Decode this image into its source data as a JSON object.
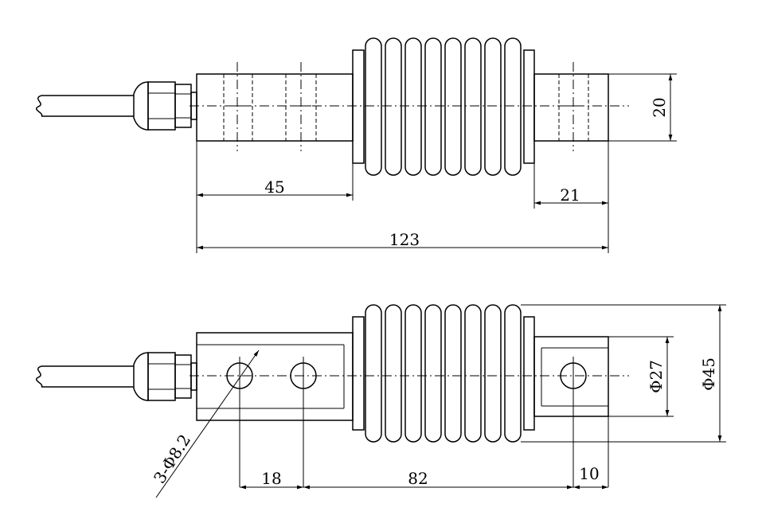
{
  "drawing": {
    "top_view": {
      "dim_height": "20",
      "dim_hole_span": "45",
      "dim_end": "21",
      "dim_total_length": "123"
    },
    "bottom_view": {
      "dim_inner_diameter": "Φ27",
      "dim_outer_diameter": "Φ45",
      "hole_callout": "3-Φ8.2",
      "dim_first_pitch": "18",
      "dim_center_pitch": "82",
      "dim_end_offset": "10"
    }
  }
}
